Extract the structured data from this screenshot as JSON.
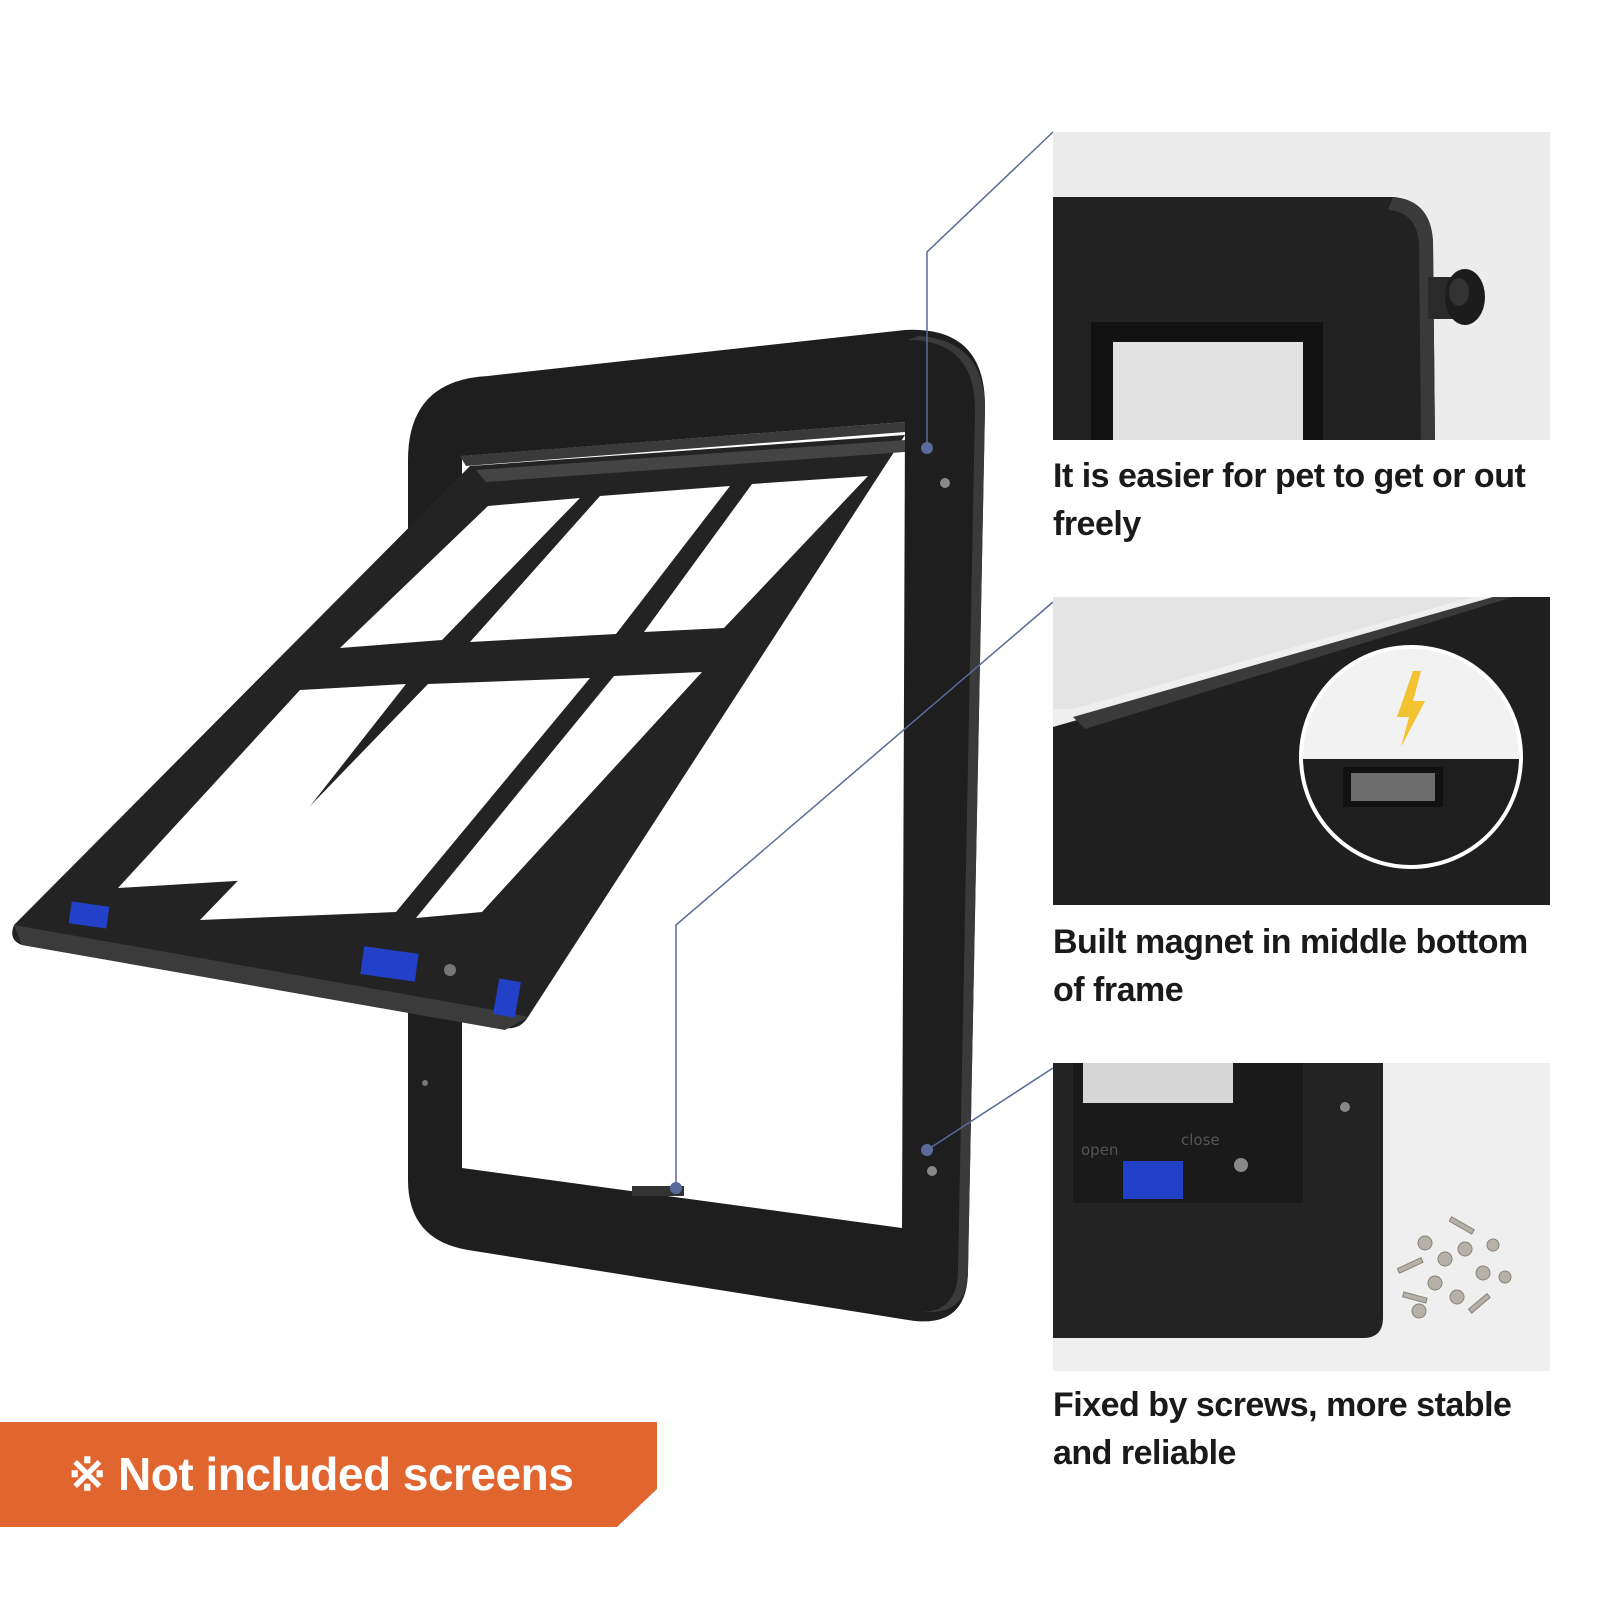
{
  "callouts": [
    {
      "caption": "It is easier for pet to get or out freely"
    },
    {
      "caption": "Built magnet in middle bottom of frame"
    },
    {
      "caption": "Fixed by screws, more stable and reliable"
    }
  ],
  "detail_labels": {
    "open": "open",
    "close": "close"
  },
  "banner": {
    "symbol": "※",
    "text": "Not included screens",
    "color": "#e0652f"
  },
  "colors": {
    "frame": "#1e1e1e",
    "latch": "#2340c8",
    "callout_line": "#5a6a9a",
    "magnet_bolt": "#f2c230"
  }
}
